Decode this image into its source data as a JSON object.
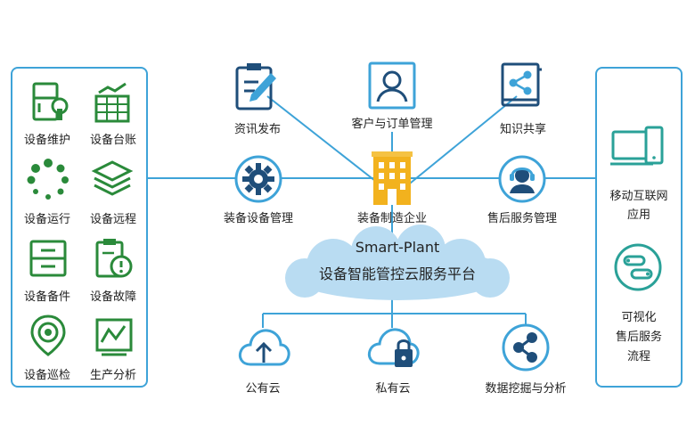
{
  "left_panel": {
    "items": [
      {
        "label": "设备维护",
        "icon": "fridge-wrench-icon"
      },
      {
        "label": "设备台账",
        "icon": "spreadsheet-chart-icon"
      },
      {
        "label": "设备运行",
        "icon": "loading-dots-icon"
      },
      {
        "label": "设备远程",
        "icon": "layers-icon"
      },
      {
        "label": "设备备件",
        "icon": "cabinet-icon"
      },
      {
        "label": "设备故障",
        "icon": "clipboard-alert-icon"
      },
      {
        "label": "设备巡检",
        "icon": "location-pin-icon"
      },
      {
        "label": "生产分析",
        "icon": "analysis-chart-icon"
      }
    ]
  },
  "top_nodes": [
    {
      "label": "资讯发布",
      "icon": "edit-document-icon"
    },
    {
      "label": "客户与订单管理",
      "icon": "user-profile-icon"
    },
    {
      "label": "知识共享",
      "icon": "book-share-icon"
    }
  ],
  "middle_nodes": {
    "left": {
      "label": "装备设备管理",
      "icon": "gear-icon"
    },
    "center": {
      "label": "装备制造企业",
      "icon": "building-icon"
    },
    "right": {
      "label": "售后服务管理",
      "icon": "headset-agent-icon"
    }
  },
  "cloud": {
    "title": "Smart-Plant",
    "subtitle": "设备智能管控云服务平台"
  },
  "bottom_nodes": [
    {
      "label": "公有云",
      "icon": "cloud-upload-icon"
    },
    {
      "label": "私有云",
      "icon": "cloud-lock-icon"
    },
    {
      "label": "数据挖掘与分析",
      "icon": "share-network-icon"
    }
  ],
  "right_panel": {
    "items": [
      {
        "label": "移动互联网\n应用",
        "line1": "移动互联网",
        "line2": "应用",
        "icon": "devices-icon"
      },
      {
        "label": "可视化\n售后服务\n流程",
        "line1": "可视化",
        "line2": "售后服务",
        "line3": "流程",
        "icon": "flow-cycle-icon"
      }
    ]
  },
  "colors": {
    "accent": "#3ea3d8",
    "green": "#2a8a3a",
    "cloud": "#b9dcf2",
    "navy": "#1f4e7a",
    "gold": "#f2b21e"
  }
}
